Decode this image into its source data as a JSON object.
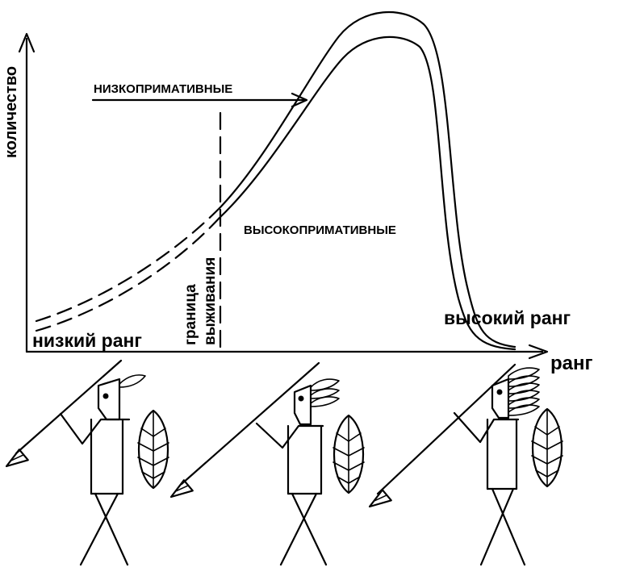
{
  "axes": {
    "y_label": "количество",
    "x_label": "ранг"
  },
  "labels": {
    "low_primative": "НИЗКОПРИМАТИВНЫЕ",
    "high_primative": "ВЫСОКОПРИМАТИВНЫЕ",
    "survival_line_1": "граница",
    "survival_line_2": "выживания",
    "low_rank": "низкий ранг",
    "high_rank": "высокий ранг"
  },
  "warriors": [
    {
      "rank": "low",
      "feathers": 1
    },
    {
      "rank": "middle",
      "feathers": 3
    },
    {
      "rank": "high",
      "feathers": 6
    }
  ]
}
